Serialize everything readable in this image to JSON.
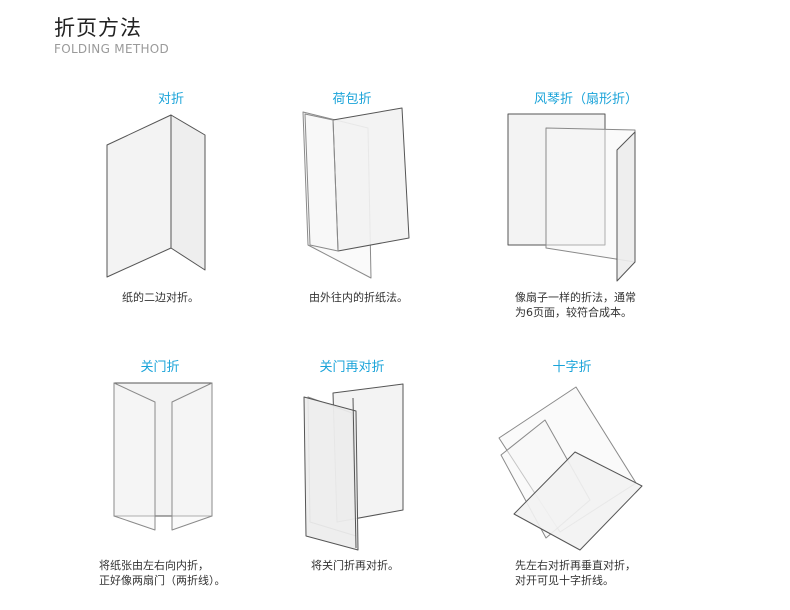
{
  "header": {
    "title": "折页方法",
    "subtitle": "FOLDING METHOD"
  },
  "accent_color": "#1aa3d9",
  "items": [
    {
      "name": "对折",
      "desc": [
        "纸的二边对折。"
      ]
    },
    {
      "name": "荷包折",
      "desc": [
        "由外往内的折纸法。"
      ]
    },
    {
      "name": "风琴折（扇形折）",
      "desc": [
        "像扇子一样的折法，通常",
        "为6页面，较符合成本。"
      ]
    },
    {
      "name": "关门折",
      "desc": [
        "将纸张由左右向内折，",
        "正好像两扇门（两折线）。"
      ]
    },
    {
      "name": "关门再对折",
      "desc": [
        "将关门折再对折。"
      ]
    },
    {
      "name": "十字折",
      "desc": [
        "先左右对折再垂直对折，",
        "对开可见十字折线。"
      ]
    }
  ]
}
